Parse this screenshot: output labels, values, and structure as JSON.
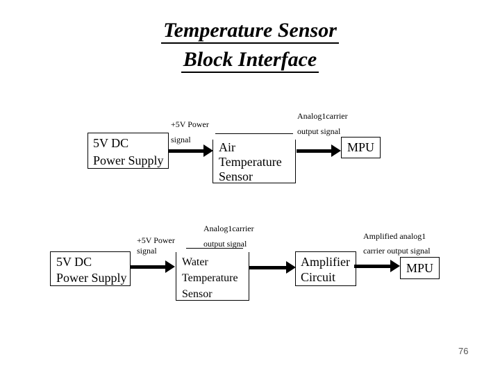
{
  "slide": {
    "background_color": "#ffffff",
    "ink_color": "#000000",
    "page_number": "76",
    "title": {
      "line1": "Temperature Sensor",
      "line2": "Block Interface"
    }
  },
  "air_chain": {
    "power_supply_block": "5V DC\nPower Supply",
    "power_signal_label": "+5V Power\nsignal",
    "sensor_block": "Air\nTemperature\nSensor",
    "output_signal_label": "Analog1carrier\noutput signal",
    "mpu_block": "MPU"
  },
  "water_chain": {
    "power_supply_block": "5V DC\nPower Supply",
    "power_signal_label": "+5V Power\nsignal",
    "sensor_block": "Water\nTemperature\nSensor",
    "output_signal_label": "Analog1carrier\noutput signal",
    "amplifier_block": "Amplifier\nCircuit",
    "amplified_output_label": "Amplified analog1\ncarrier output signal",
    "mpu_block": "MPU"
  }
}
